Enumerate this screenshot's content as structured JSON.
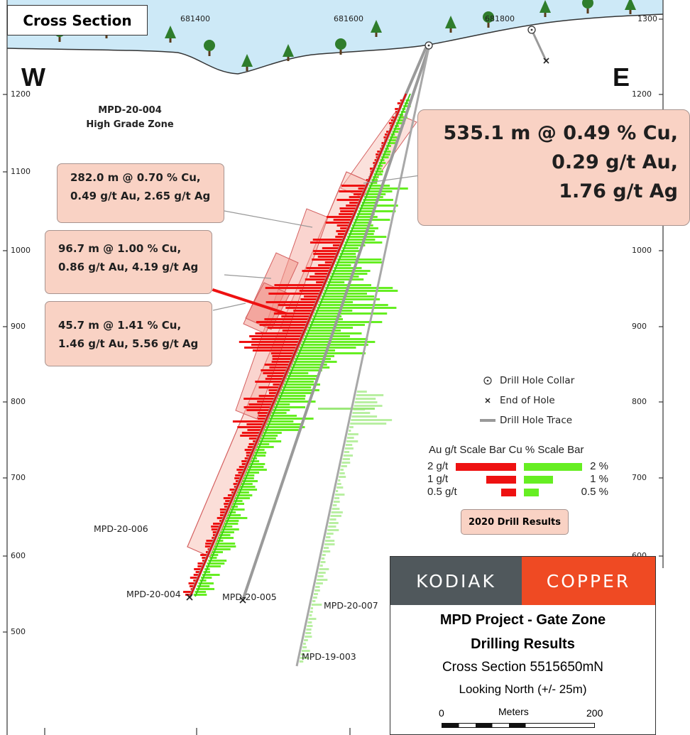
{
  "title": "Cross Section",
  "compass": {
    "west": "W",
    "east": "E"
  },
  "easting_labels": [
    "681400",
    "681600",
    "681800"
  ],
  "elevation_labels": [
    "1300",
    "1200",
    "1100",
    "1000",
    "900",
    "800",
    "700",
    "600",
    "500"
  ],
  "zone_label": {
    "line1": "MPD-20-004",
    "line2": "High Grade Zone"
  },
  "callouts": [
    {
      "id": "main",
      "lines": [
        "535.1 m @ 0.49 % Cu,",
        "0.29 g/t Au,",
        "1.76 g/t Ag"
      ]
    },
    {
      "id": "c282",
      "lines": [
        "282.0 m @ 0.70 % Cu,",
        "0.49 g/t Au, 2.65 g/t Ag"
      ]
    },
    {
      "id": "c96",
      "lines": [
        "96.7 m @ 1.00 % Cu,",
        "0.86 g/t Au, 4.19 g/t Ag"
      ]
    },
    {
      "id": "c45",
      "lines": [
        "45.7 m @ 1.41 % Cu,",
        "1.46 g/t Au, 5.56 g/t Ag"
      ]
    }
  ],
  "hole_labels": [
    "MPD-20-006",
    "MPD-20-004",
    "MPD-20-005",
    "MPD-20-007",
    "MPD-19-003"
  ],
  "legend": {
    "collar": "Drill Hole Collar",
    "end": "End of Hole",
    "trace": "Drill Hole Trace"
  },
  "scale_bar": {
    "header": "Au g/t Scale Bar Cu % Scale Bar",
    "rows": [
      {
        "au_label": "2 g/t",
        "au": 2,
        "cu": 2,
        "cu_label": "2 %"
      },
      {
        "au_label": "1 g/t",
        "au": 1,
        "cu": 1,
        "cu_label": "1 %"
      },
      {
        "au_label": "0.5 g/t",
        "au": 0.5,
        "cu": 0.5,
        "cu_label": "0.5 %"
      }
    ]
  },
  "results_label": "2020 Drill Results",
  "title_block": {
    "logo_left": "KODIAK",
    "logo_right": "COPPER",
    "project": "MPD Project - Gate Zone",
    "subtitle": "Drilling Results",
    "section": "Cross Section 5515650mN",
    "view": "Looking North (+/- 25m)",
    "scale_zero": "0",
    "scale_unit": "Meters",
    "scale_max": "200"
  },
  "colors": {
    "au": "#ee1111",
    "cu": "#66ee22",
    "sky": "#cde9f7",
    "callout": "#f9d2c4",
    "logo_grey": "#50585c",
    "logo_orange": "#ef4a23"
  }
}
